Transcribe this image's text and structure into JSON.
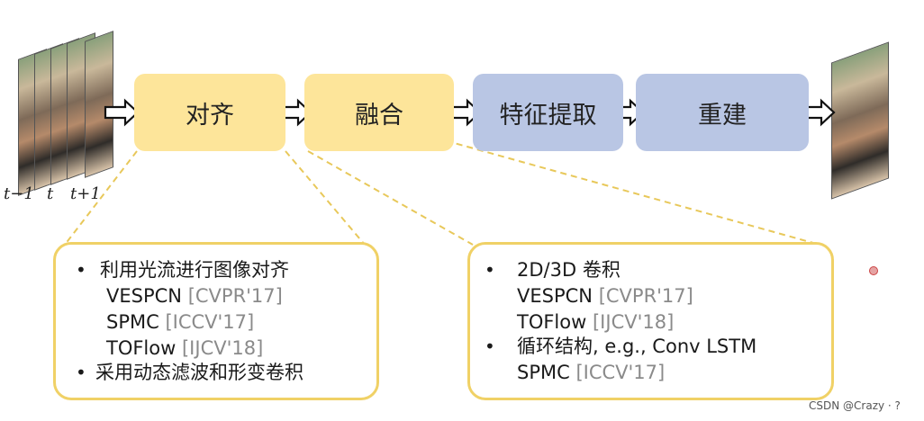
{
  "stages": [
    {
      "label": "对齐",
      "color": "#fde59a"
    },
    {
      "label": "融合",
      "color": "#fde59a"
    },
    {
      "label": "特征提取",
      "color": "#b9c6e4"
    },
    {
      "label": "重建",
      "color": "#b9c6e4"
    }
  ],
  "time_labels": [
    "t−1",
    "t",
    "t+1"
  ],
  "alignment_box": {
    "items": [
      {
        "bullet": true,
        "text": "利用光流进行图像对齐",
        "cite": ""
      },
      {
        "bullet": false,
        "text": "VESPCN ",
        "cite": "[CVPR'17]"
      },
      {
        "bullet": false,
        "text": "SPMC ",
        "cite": "[ICCV'17]"
      },
      {
        "bullet": false,
        "text": "TOFlow ",
        "cite": "[IJCV'18]"
      },
      {
        "bullet": true,
        "text": "采用动态滤波和形变卷积",
        "cite": ""
      }
    ]
  },
  "fusion_box": {
    "items": [
      {
        "bullet": true,
        "text": "2D/3D 卷积",
        "cite": ""
      },
      {
        "bullet": false,
        "text": "VESPCN ",
        "cite": "[CVPR'17]"
      },
      {
        "bullet": false,
        "text": "TOFlow ",
        "cite": "[IJCV'18]"
      },
      {
        "bullet": true,
        "text": "循环结构, e.g., Conv LSTM",
        "cite": ""
      },
      {
        "bullet": false,
        "text": "SPMC ",
        "cite": "[ICCV'17]"
      }
    ]
  },
  "watermark": "CSDN @Crazy · ?",
  "colors": {
    "box_border": "#f0d166",
    "citation": "#8a8a8a",
    "dash": "#e8c85a"
  }
}
